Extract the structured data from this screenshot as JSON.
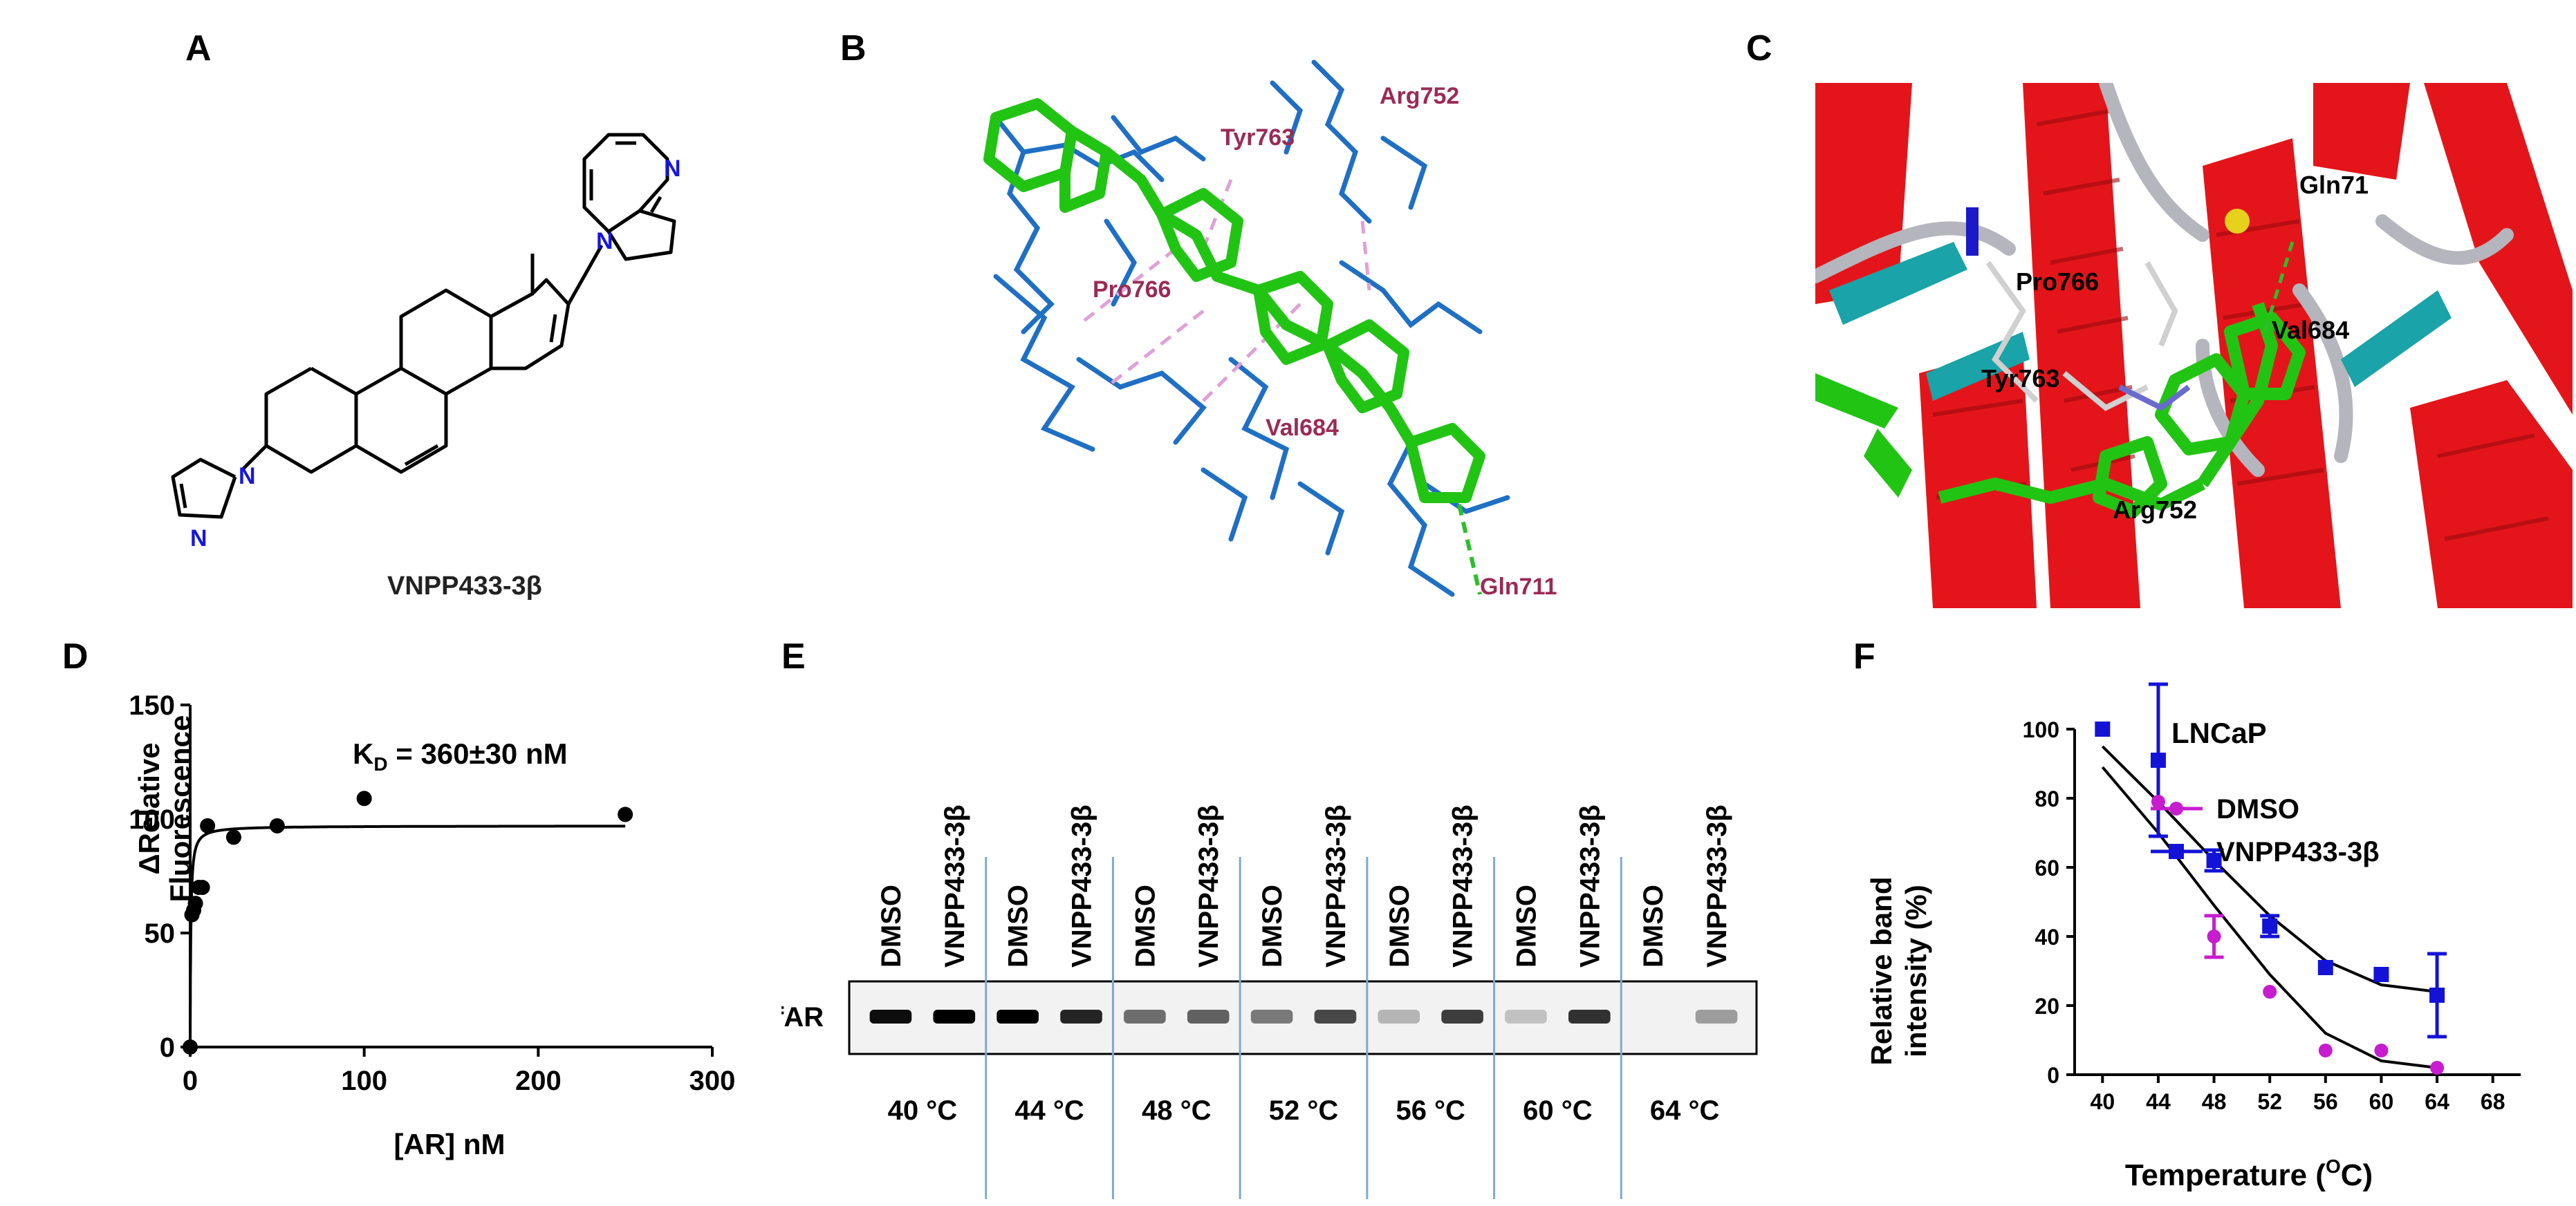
{
  "panels": {
    "A": {
      "letter": "A",
      "compound_label": "VNPP433-3β",
      "atoms": {
        "n_bzim_top": "N",
        "n_bzim_bottom": "N",
        "n_imid_top": "N",
        "n_imid_bottom": "N"
      }
    },
    "B": {
      "letter": "B",
      "residues": {
        "arg": "Arg752",
        "tyr": "Tyr763",
        "pro": "Pro766",
        "val": "Val684",
        "gln": "Gln711"
      },
      "colors": {
        "protein": "#1f6fc4",
        "ligand": "#22c414",
        "label": "#9b2a55",
        "hbond": "#2bbf2b",
        "hydrophobic": "#e0a0d8"
      }
    },
    "C": {
      "letter": "C",
      "residues": {
        "gln": "Gln71",
        "pro": "Pro766",
        "val": "Val684",
        "tyr": "Tyr763",
        "arg": "Arg752"
      },
      "colors": {
        "helix": "#e3151a",
        "loop": "#b5b5bd",
        "strand": "#1aa3a8",
        "ligand": "#22c414"
      }
    },
    "D": {
      "letter": "D",
      "annotation_main": "K",
      "annotation_sub": "D",
      "annotation_rest": " = 360±30 nM"
    },
    "E": {
      "letter": "E",
      "row_label": "fAR",
      "lane_labels": [
        "DMSO",
        "VNPP433-3β",
        "DMSO",
        "VNPP433-3β",
        "DMSO",
        "VNPP433-3β",
        "DMSO",
        "VNPP433-3β",
        "DMSO",
        "VNPP433-3β",
        "DMSO",
        "VNPP433-3β",
        "DMSO",
        "VNPP433-3β"
      ],
      "temperatures": [
        "40 °C",
        "44 °C",
        "48 °C",
        "52 °C",
        "56 °C",
        "60 °C",
        "64 °C"
      ],
      "band_intensity": [
        0.95,
        1.0,
        1.0,
        0.85,
        0.55,
        0.6,
        0.5,
        0.7,
        0.25,
        0.75,
        0.2,
        0.8,
        0.0,
        0.35
      ]
    },
    "F": {
      "letter": "F"
    }
  },
  "chart_data": [
    {
      "type": "scatter",
      "panel": "D",
      "title": "",
      "xlabel": "[AR] nM",
      "ylabel_line1": "ΔRelative",
      "ylabel_line2": "Fluorescence",
      "xlim": [
        0,
        300
      ],
      "ylim": [
        0,
        150
      ],
      "xticks": [
        0,
        100,
        200,
        300
      ],
      "yticks": [
        0,
        50,
        100,
        150
      ],
      "points": [
        {
          "x": 0,
          "y": 0
        },
        {
          "x": 1,
          "y": 58
        },
        {
          "x": 2,
          "y": 60
        },
        {
          "x": 3,
          "y": 63
        },
        {
          "x": 5,
          "y": 70
        },
        {
          "x": 7,
          "y": 70
        },
        {
          "x": 10,
          "y": 97
        },
        {
          "x": 25,
          "y": 92
        },
        {
          "x": 50,
          "y": 97
        },
        {
          "x": 100,
          "y": 109
        },
        {
          "x": 250,
          "y": 102
        }
      ],
      "fit": {
        "model": "one-site binding",
        "bmax": 97,
        "kd": 0.36
      }
    },
    {
      "type": "scatter",
      "panel": "F",
      "title": "LNCaP",
      "xlabel": "Temperature (",
      "xlabel_sup": "O",
      "xlabel_end": "C)",
      "ylabel_line1": "Relative band",
      "ylabel_line2": "intensity (%)",
      "xlim": [
        38,
        70
      ],
      "ylim": [
        0,
        100
      ],
      "xticks": [
        40,
        44,
        48,
        52,
        56,
        60,
        64,
        68
      ],
      "yticks": [
        0,
        20,
        40,
        60,
        80,
        100
      ],
      "series": [
        {
          "name": "DMSO",
          "color": "#c71ccf",
          "marker": "circle",
          "x": [
            44,
            48,
            52,
            56,
            60,
            64
          ],
          "y": [
            79,
            40,
            24,
            7,
            7,
            2
          ],
          "err": [
            0,
            6,
            0,
            0,
            0,
            0
          ],
          "fit_x": [
            40,
            44,
            48,
            52,
            56,
            60,
            64
          ],
          "fit_y": [
            89,
            70,
            49,
            29,
            12,
            4,
            2
          ]
        },
        {
          "name": "VNPP433-3β",
          "color": "#1313d8",
          "marker": "square",
          "x": [
            40,
            44,
            48,
            52,
            56,
            60,
            64
          ],
          "y": [
            100,
            91,
            62,
            43,
            31,
            29,
            23
          ],
          "err": [
            0,
            22,
            3,
            3,
            0,
            0,
            12
          ],
          "fit_x": [
            40,
            44,
            48,
            52,
            56,
            60,
            64
          ],
          "fit_y": [
            95,
            79,
            62,
            46,
            33,
            26,
            24
          ]
        }
      ]
    }
  ]
}
